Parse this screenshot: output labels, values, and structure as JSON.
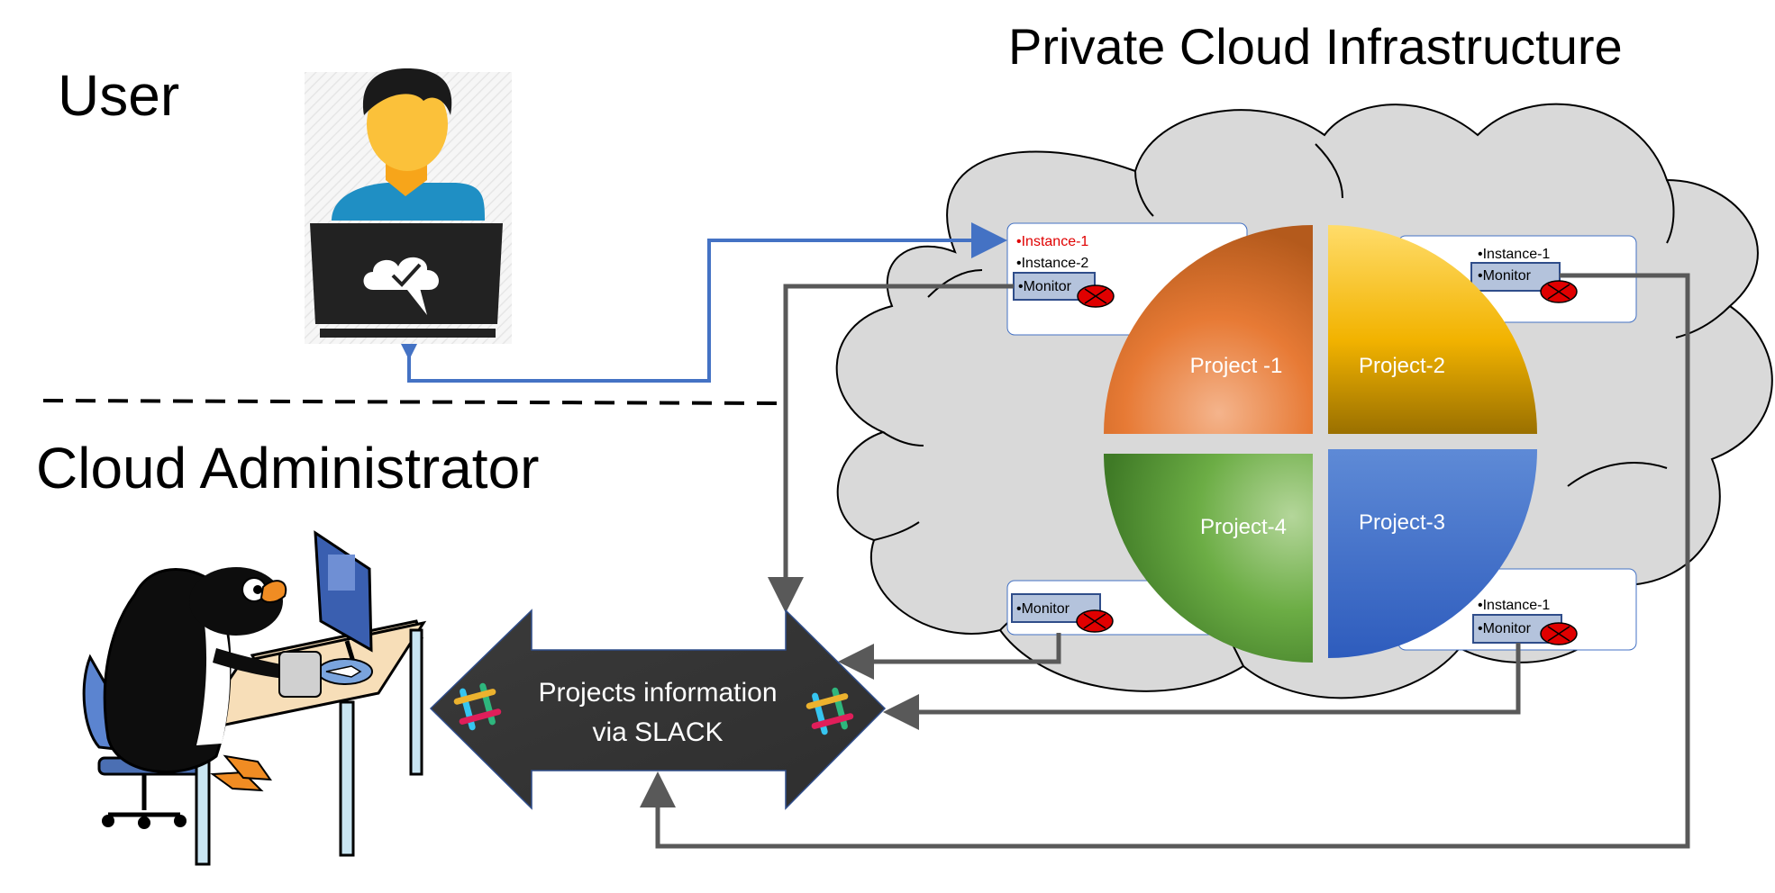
{
  "titles": {
    "user": "User",
    "admin": "Cloud Administrator",
    "cloud": "Private Cloud Infrastructure"
  },
  "projects": [
    {
      "label": "Project -1",
      "color": "#e2772f"
    },
    {
      "label": "Project-2",
      "color": "#f1b400"
    },
    {
      "label": "Project-3",
      "color": "#3f6fc6"
    },
    {
      "label": "Project-4",
      "color": "#5fa33a"
    }
  ],
  "cards": {
    "p1": {
      "items": [
        "•Instance-1",
        "•Instance-2"
      ],
      "highlight_color": "#e00000",
      "monitor": "•Monitor"
    },
    "p2": {
      "items": [
        "•Instance-1"
      ],
      "monitor": "•Monitor"
    },
    "p3": {
      "items": [
        "•Instance-1"
      ],
      "monitor": "•Monitor"
    },
    "p4": {
      "items": [],
      "monitor": "•Monitor"
    }
  },
  "slack": {
    "line1": "Projects information",
    "line2": "via SLACK"
  },
  "colors": {
    "cloud_fill": "#d9d9d9",
    "user_arrow": "#4472c4",
    "monitor_arrow": "#595959",
    "banner": "#3a3a3a",
    "monitor_box": "#b4c3dc"
  }
}
